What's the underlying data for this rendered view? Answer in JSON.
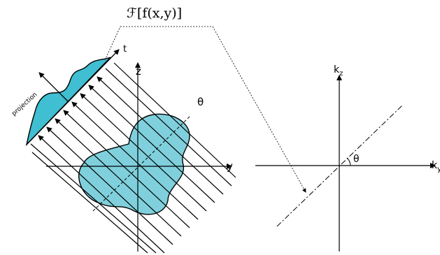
{
  "labels": {
    "transform": "ℱ[f(x,y)]",
    "left_axis_vertical": "z",
    "left_axis_horizontal": "y",
    "projection_axis": "t",
    "projection": "projection",
    "left_angle": "θ",
    "right_axis_vertical": "k",
    "right_axis_vertical_sub": "z",
    "right_axis_horizontal": "k",
    "right_axis_horizontal_sub": "y",
    "right_angle": "θ"
  },
  "colors": {
    "object_fill": "#7fd0dc",
    "projection_fill": "#3fbfd1",
    "stroke": "#000000"
  }
}
